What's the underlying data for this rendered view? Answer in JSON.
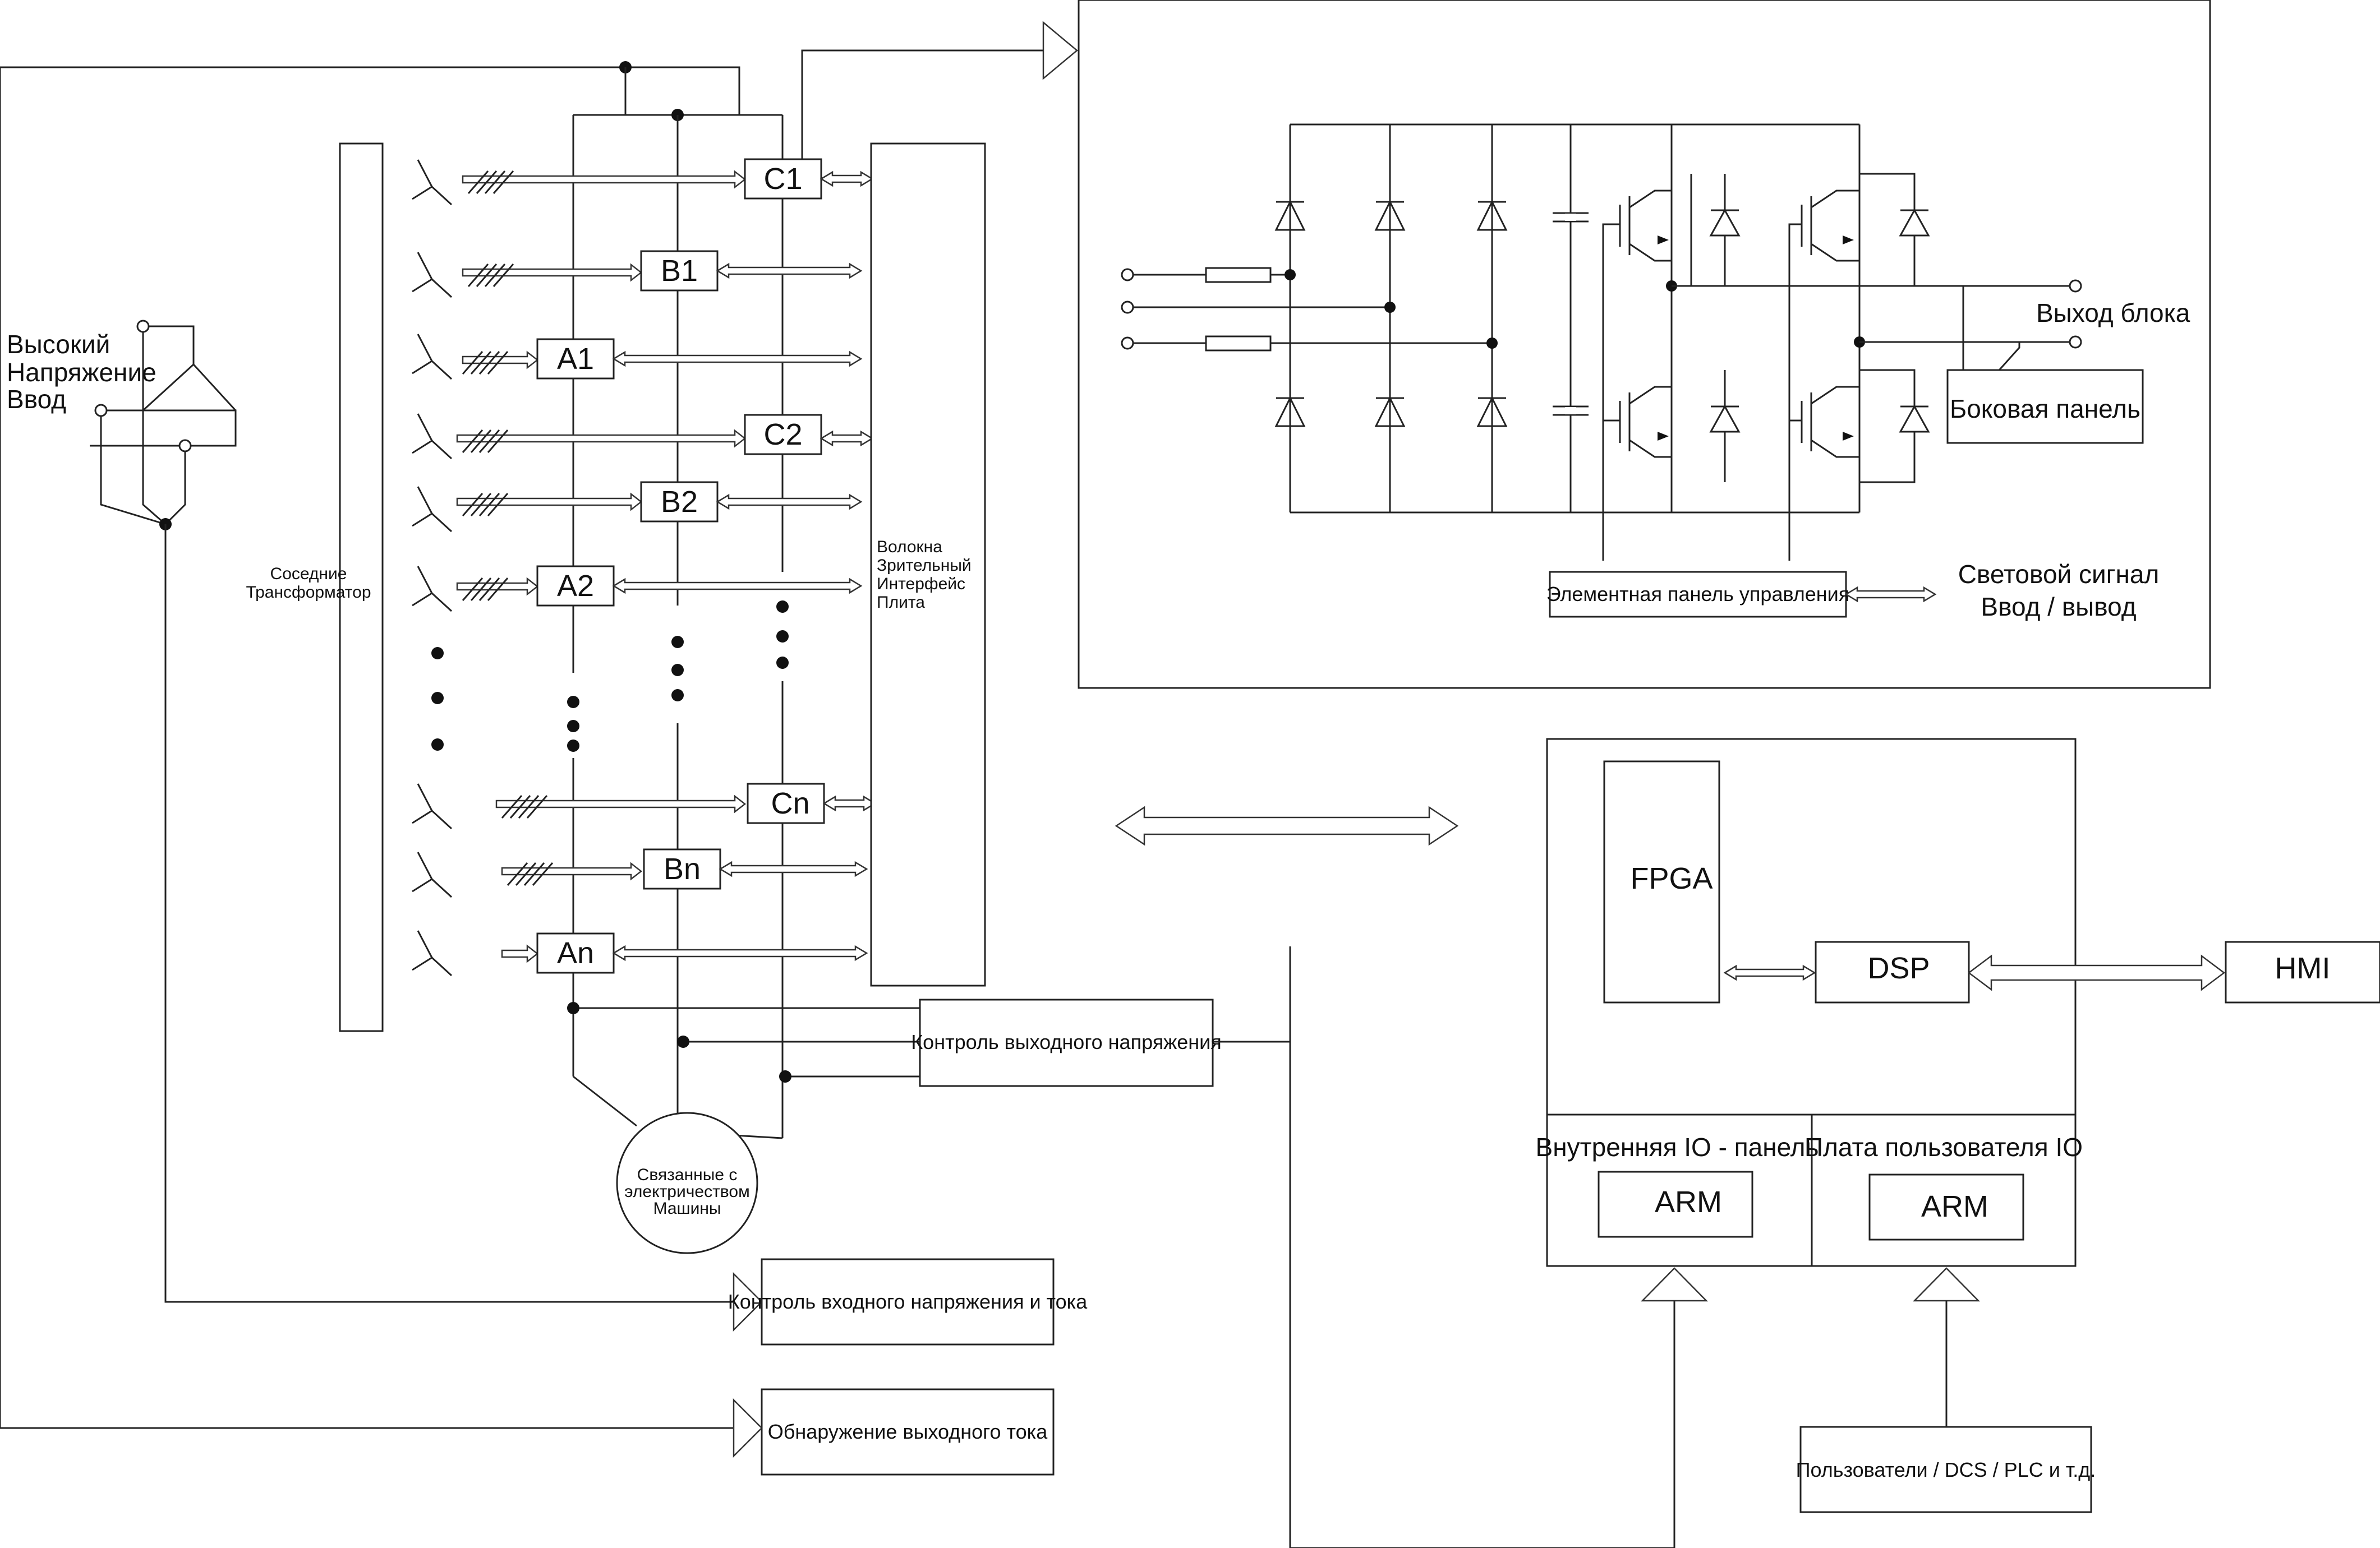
{
  "labels": {
    "hv_input": [
      "Высокий",
      "Напряжение",
      "Ввод"
    ],
    "transformer": [
      "Соседние",
      "Трансформатор"
    ],
    "fiber": [
      "Волокна",
      "Зрительный",
      "Интерфейс",
      "Плита"
    ],
    "cells": [
      "C1",
      "B1",
      "A1",
      "C2",
      "B2",
      "A2",
      "Cn",
      "Bn",
      "An"
    ],
    "motor": [
      "Связанные с",
      "электричеством",
      "Машины"
    ],
    "output_voltage": "Контроль выходного напряжения",
    "input_vi": "Контроль входного напряжения и тока",
    "output_current": "Обнаружение выходного тока",
    "unit_output": "Выход блока",
    "bypass": "Боковая панель",
    "cell_control": "Элементная панель управления",
    "light_io": [
      "Световой сигнал",
      "Ввод / вывод"
    ],
    "fpga": "FPGA",
    "dsp": "DSP",
    "hmi": "HMI",
    "internal_io": "Внутренняя IO - панель",
    "user_io": "Плата пользователя IO",
    "arm1": "ARM",
    "arm2": "ARM",
    "users": "Пользователи / DCS / PLC и т.д."
  }
}
